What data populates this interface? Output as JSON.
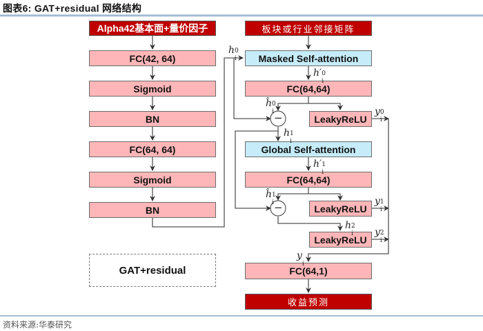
{
  "figure": {
    "title": "图表6:  GAT+residual 网络结构",
    "source": "资料来源:华泰研究"
  },
  "left_column": {
    "input": "Alpha42基本面+量价因子",
    "layers": [
      "FC(42, 64)",
      "Sigmoid",
      "BN",
      "FC(64, 64)",
      "Sigmoid",
      "BN"
    ]
  },
  "right_column": {
    "input": "板块或行业邻接矩阵",
    "masked_attention": "Masked Self-attention",
    "fc1": "FC(64,64)",
    "leaky1": "LeakyReLU",
    "global_attention": "Global Self-attention",
    "fc2": "FC(64,64)",
    "leaky2": "LeakyReLU",
    "leaky3": "LeakyReLU",
    "fc_out": "FC(64,1)",
    "output": "收益预测"
  },
  "legend": {
    "label": "GAT+residual"
  },
  "operators": {
    "subtract": "−"
  },
  "labels": {
    "h0": {
      "base": "h",
      "sub": "i",
      "sup": "0"
    },
    "hp0": {
      "base": "h′",
      "sub": "i",
      "sup": "0"
    },
    "hhat0": {
      "base": "ĥ",
      "sub": "i",
      "sup": "0"
    },
    "h1": {
      "base": "h",
      "sub": "i",
      "sup": "1"
    },
    "hp1": {
      "base": "h′",
      "sub": "i",
      "sup": "1"
    },
    "hhat1": {
      "base": "ĥ",
      "sub": "i",
      "sup": "1"
    },
    "h2": {
      "base": "h",
      "sub": "i",
      "sup": "2"
    },
    "y0": {
      "base": "y",
      "sub": "i",
      "sup": "0"
    },
    "y1": {
      "base": "y",
      "sub": "i",
      "sup": "1"
    },
    "y2": {
      "base": "y",
      "sub": "i",
      "sup": "2"
    },
    "y": {
      "base": "y",
      "sub": "i",
      "sup": ""
    }
  }
}
